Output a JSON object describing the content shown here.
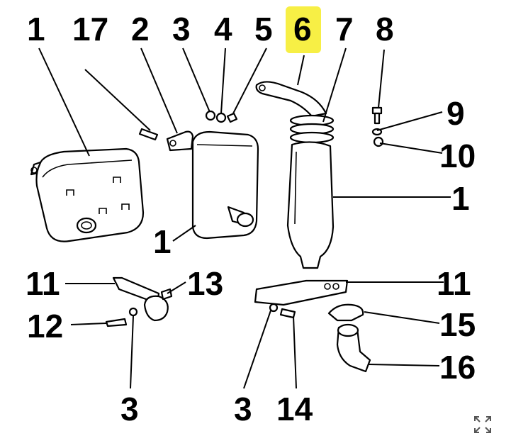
{
  "callouts": {
    "c1a": "1",
    "c17": "17",
    "c2": "2",
    "c3a": "3",
    "c4": "4",
    "c5": "5",
    "c6": "6",
    "c7": "7",
    "c8": "8",
    "c9": "9",
    "c10": "10",
    "c1b": "1",
    "c1c": "1",
    "c11a": "11",
    "c13": "13",
    "c12": "12",
    "c3b": "3",
    "c11b": "11",
    "c15": "15",
    "c16": "16",
    "c3c": "3",
    "c14": "14"
  },
  "colors": {
    "highlight": "#f7ef45",
    "ink": "#000000"
  },
  "icons": {
    "expand": "expand-arrows-icon"
  }
}
